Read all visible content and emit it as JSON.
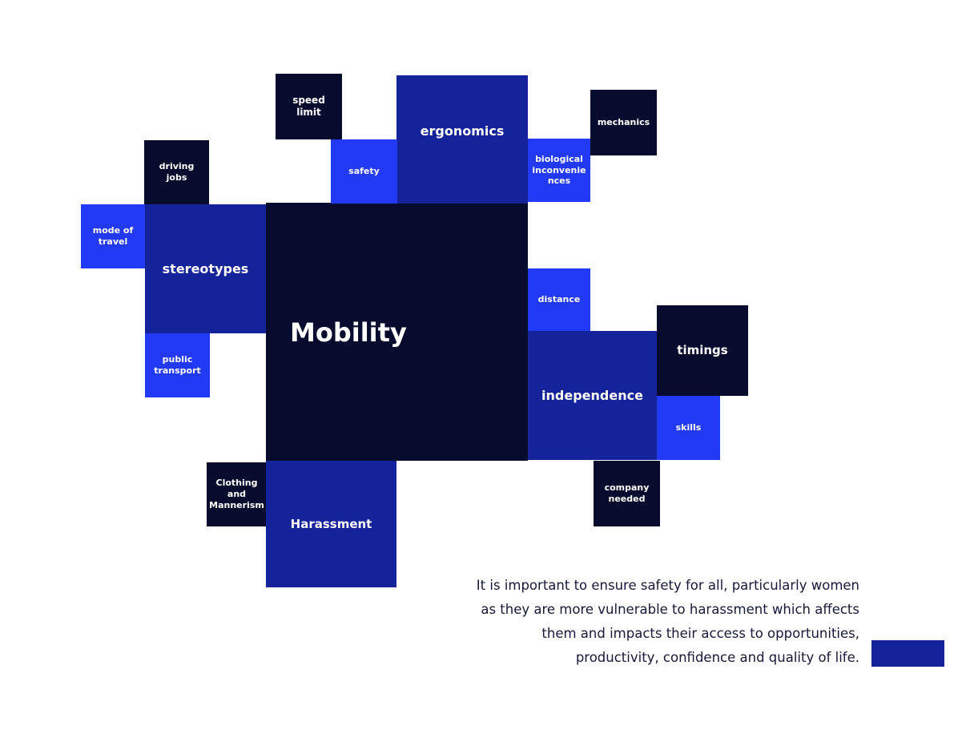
{
  "diagram": {
    "center": "Mobility",
    "topics": {
      "speed_limit": "speed limit",
      "ergonomics": "ergonomics",
      "mechanics": "mechanics",
      "safety": "safety",
      "biological_inconveniences": "biological inconvenie nces",
      "driving_jobs": "driving jobs",
      "mode_of_travel": "mode of travel",
      "stereotypes": "stereotypes",
      "public_transport": "public transport",
      "distance": "distance",
      "timings": "timings",
      "independence": "independence",
      "skills": "skills",
      "clothing_and_mannerism": "Clothing and Mannerism",
      "harassment": "Harassment",
      "company_needed": "company needed"
    }
  },
  "note": {
    "line1": "It is important to ensure safety for all, particularly women",
    "line2": "as they are more vulnerable to harassment which affects",
    "line3": "them and impacts their access to opportunities,",
    "line4": "productivity, confidence and quality of life."
  },
  "colors": {
    "dark": "#070c2e",
    "mid": "#15239a",
    "bright": "#2239f5",
    "text_dark": "#17193a"
  }
}
